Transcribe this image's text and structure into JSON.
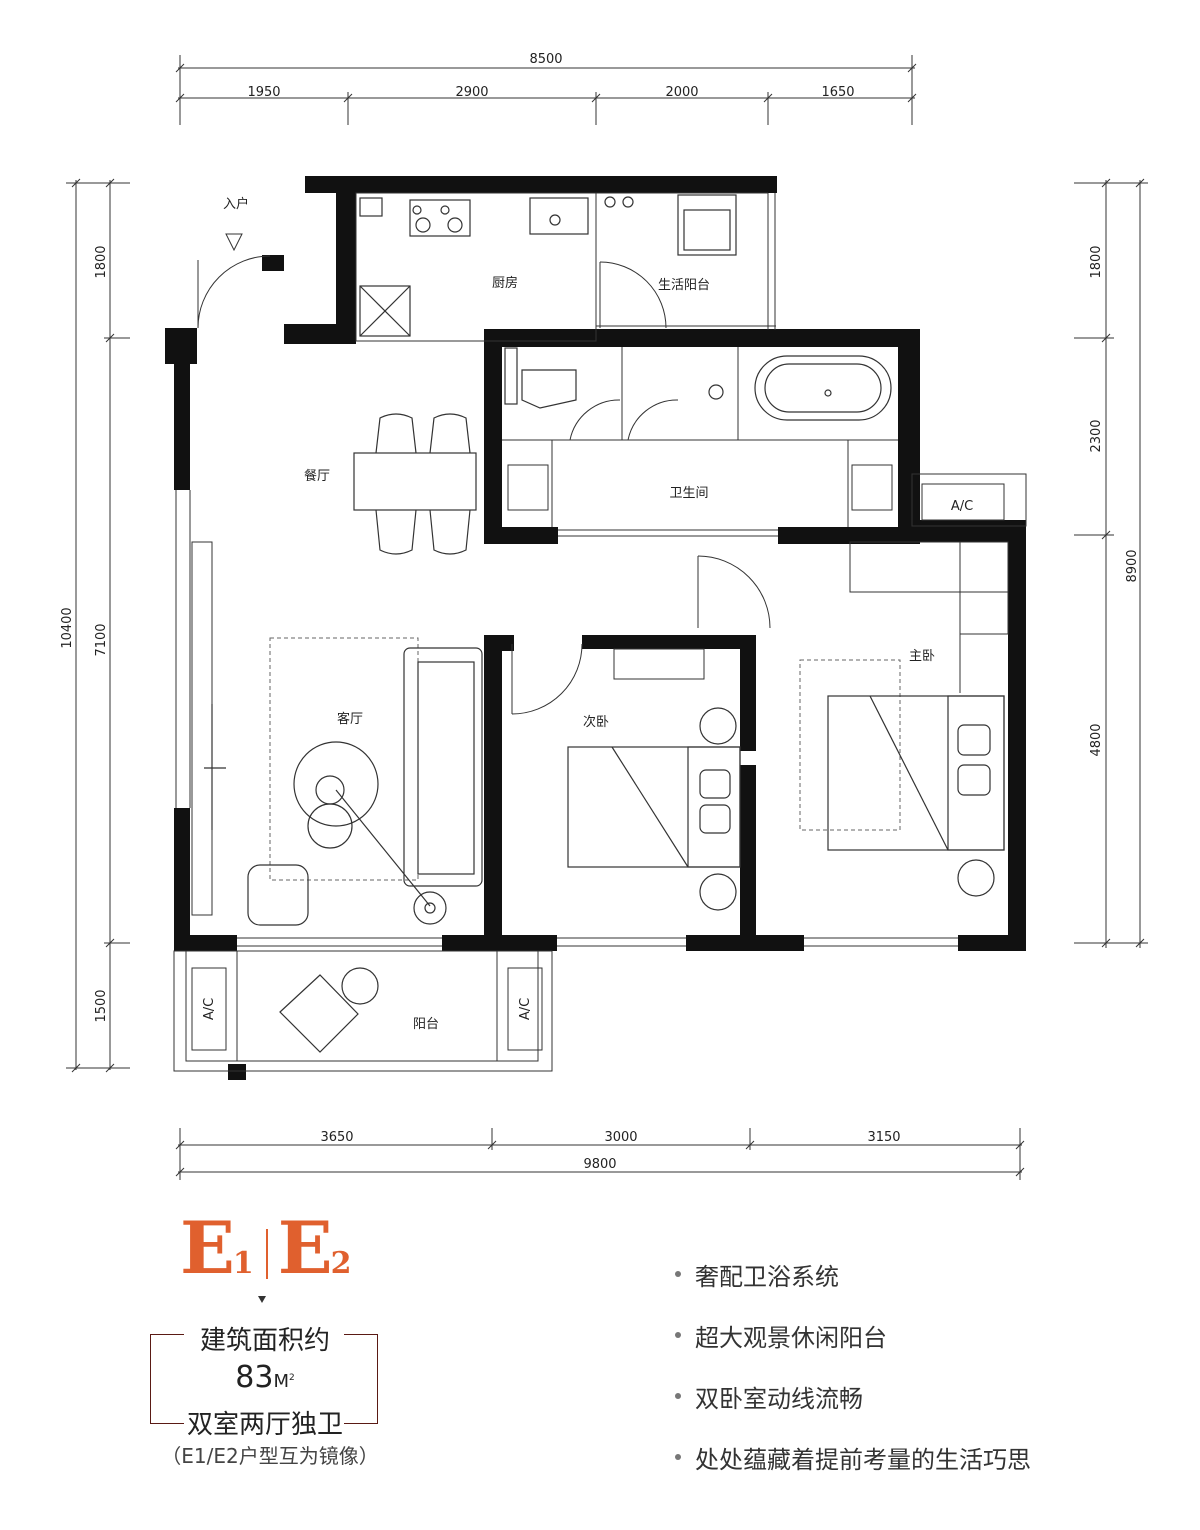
{
  "dimensions": {
    "top_total": "8500",
    "top_segments": [
      "1950",
      "2900",
      "2000",
      "1650"
    ],
    "bottom_segments": [
      "3650",
      "3000",
      "3150"
    ],
    "bottom_total": "9800",
    "left_total": "10400",
    "left_segments": [
      "1800",
      "7100",
      "1500"
    ],
    "right_total": "8900",
    "right_segments": [
      "1800",
      "2300",
      "4800"
    ]
  },
  "rooms": {
    "entrance": "入户",
    "kitchen": "厨房",
    "utility_balcony": "生活阳台",
    "dining": "餐厅",
    "bathroom": "卫生间",
    "living": "客厅",
    "second_bedroom": "次卧",
    "master_bedroom": "主卧",
    "balcony": "阳台",
    "ac": "A/C"
  },
  "unit": {
    "model_a": "E",
    "model_a_sub": "1",
    "model_b": "E",
    "model_b_sub": "2",
    "area_label": "建筑面积约",
    "area_value": "83",
    "area_unit": "M",
    "area_unit_sup": "2",
    "layout": "双室两厅独卫",
    "mirror_note": "（E1/E2户型互为镜像）"
  },
  "features": [
    "奢配卫浴系统",
    "超大观景休闲阳台",
    "双卧室动线流畅",
    "处处蕴藏着提前考量的生活巧思"
  ]
}
